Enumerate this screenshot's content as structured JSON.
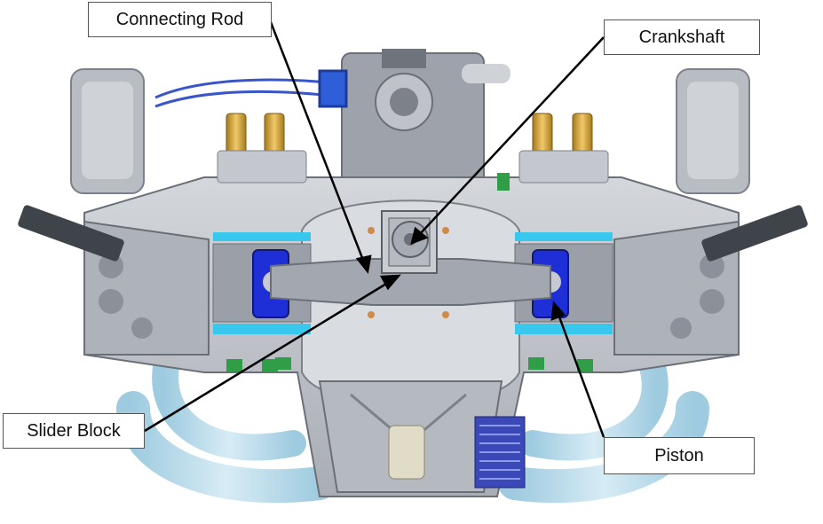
{
  "labels": {
    "connecting_rod": "Connecting Rod",
    "crankshaft": "Crankshaft",
    "slider_block": "Slider Block",
    "piston": "Piston"
  },
  "colors": {
    "block": "#c3c6cc",
    "block_dark": "#8a8f99",
    "piston": "#1f2fd8",
    "coolant": "#38c8ee",
    "injector": "#d7a63a",
    "green_parts": "#2f9e46",
    "exhaust": "#b9dcea",
    "leader": "#000000"
  }
}
